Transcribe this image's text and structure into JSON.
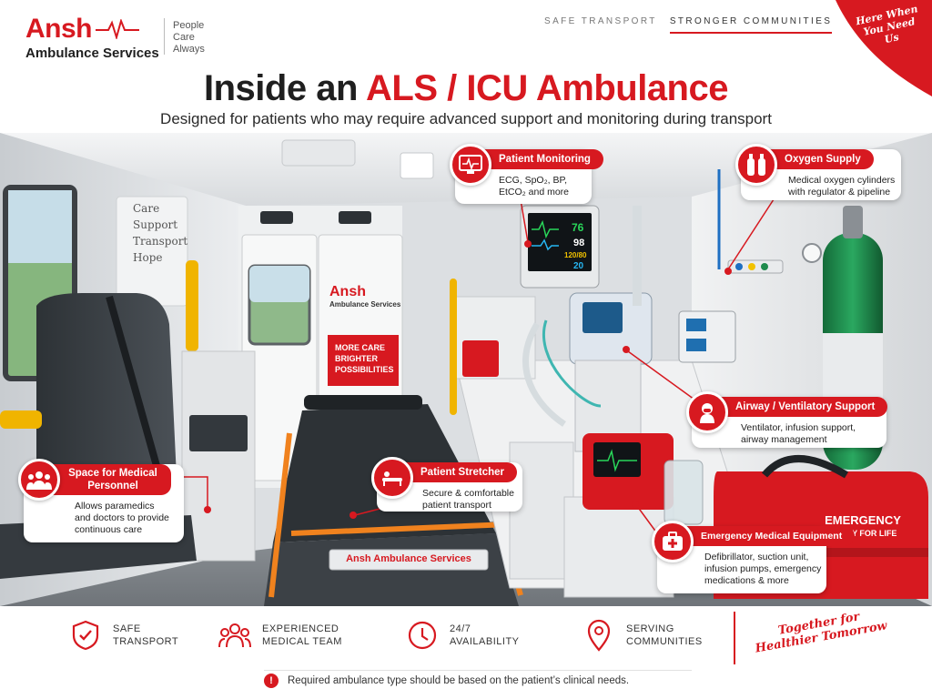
{
  "brand": {
    "name": "Ansh",
    "service": "Ambulance Services",
    "tagline": [
      "People",
      "Care",
      "Always"
    ]
  },
  "top_strap": [
    "SAFE TRANSPORT",
    "STRONGER COMMUNITIES"
  ],
  "corner_text": "Here When You Need Us",
  "title": {
    "part1": "Inside an ",
    "part2": "ALS / ICU Ambulance"
  },
  "subtitle": "Designed for patients who may require advanced support and monitoring during transport",
  "scene_text": {
    "wall_words": [
      "Care",
      "Support",
      "Transport",
      "Hope"
    ],
    "door_logo_name": "Ansh",
    "door_logo_service": "Ambulance Services",
    "door_banner": [
      "MORE CARE",
      "BRIGHTER",
      "POSSIBILITIES"
    ],
    "stretcher_label": "Ansh Ambulance Services",
    "bag_title": "EMERGENCY",
    "bag_sub": "READY FOR LIFE",
    "monitor_readings": [
      "76",
      "98",
      "120/80",
      "20"
    ]
  },
  "callouts": [
    {
      "id": "patient-monitoring",
      "title": "Patient Monitoring",
      "body": [
        "ECG, SpO₂, BP,",
        "EtCO₂ and more"
      ],
      "icon": "ecg-monitor-icon"
    },
    {
      "id": "oxygen-supply",
      "title": "Oxygen Supply",
      "body": [
        "Medical oxygen cylinders",
        "with regulator & pipeline"
      ],
      "icon": "oxygen-cylinder-icon"
    },
    {
      "id": "airway-support",
      "title": "Airway / Ventilatory Support",
      "body": [
        "Ventilator, infusion support,",
        "airway management"
      ],
      "icon": "airway-mask-icon"
    },
    {
      "id": "patient-stretcher",
      "title": "Patient Stretcher",
      "body": [
        "Secure & comfortable",
        "patient transport"
      ],
      "icon": "stretcher-icon"
    },
    {
      "id": "medical-personnel",
      "title": "Space for Medical Personnel",
      "body": [
        "Allows paramedics",
        "and doctors to provide",
        "continuous care"
      ],
      "icon": "team-icon"
    },
    {
      "id": "emergency-equipment",
      "title": "Emergency Medical Equipment",
      "body": [
        "Defibrillator, suction unit,",
        "infusion pumps, emergency",
        "medications & more"
      ],
      "icon": "first-aid-kit-icon"
    }
  ],
  "features": [
    {
      "label": [
        "SAFE",
        "TRANSPORT"
      ],
      "icon": "shield-check-icon"
    },
    {
      "label": [
        "EXPERIENCED",
        "MEDICAL TEAM"
      ],
      "icon": "team-icon"
    },
    {
      "label": [
        "24/7",
        "AVAILABILITY"
      ],
      "icon": "clock-icon"
    },
    {
      "label": [
        "SERVING",
        "COMMUNITIES"
      ],
      "icon": "location-pin-icon"
    }
  ],
  "slogan": "Together for Healthier Tomorrow",
  "note": "Required ambulance type should be based on the patient’s clinical needs.",
  "colors": {
    "brand_red": "#d71920",
    "text_dark": "#1f1f1f",
    "oxygen_green": "#1e8a4c"
  }
}
